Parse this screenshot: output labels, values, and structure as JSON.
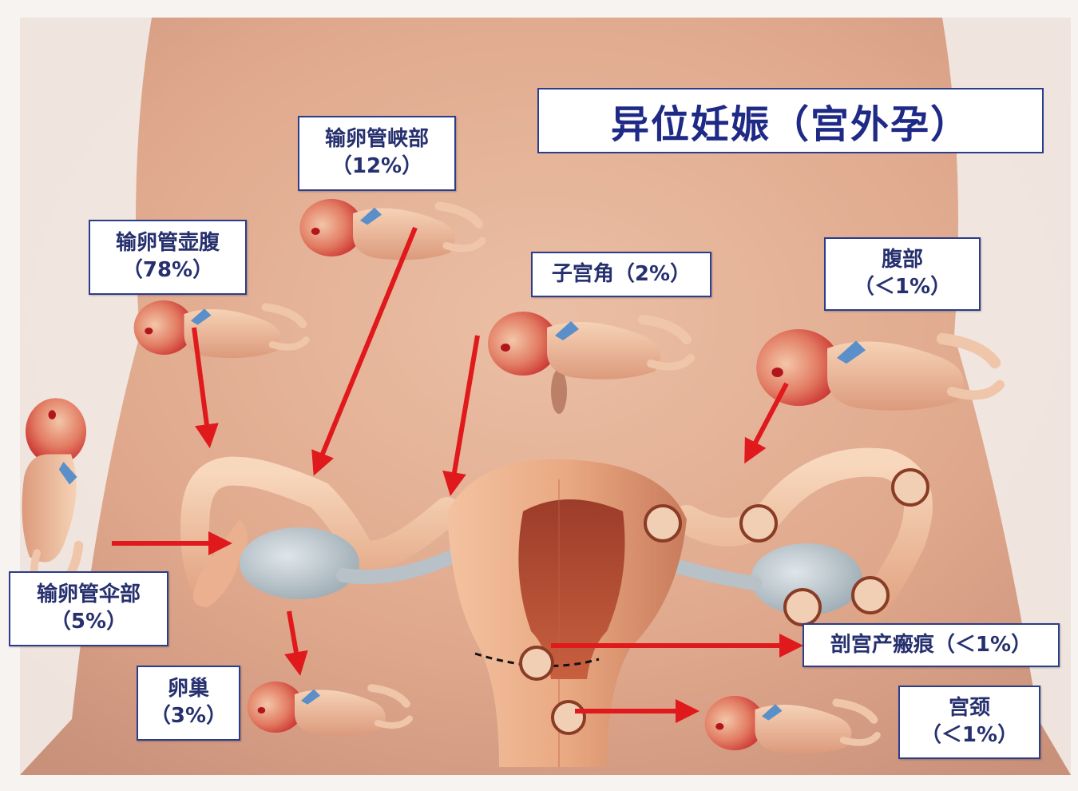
{
  "title": "异位妊娠（宫外孕）",
  "colors": {
    "skin": "#e7b69a",
    "box_border": "#2b3d8c",
    "text": "#26306e",
    "title_text": "#1f2a86",
    "arrow": "#e0191c",
    "uterus": "#e7a57d",
    "ovary": "#b9c3c9"
  },
  "labels": {
    "isthmus": {
      "name": "输卵管峡部",
      "pct": "（12%）"
    },
    "ampulla": {
      "name": "输卵管壶腹",
      "pct": "（78%）"
    },
    "cornual": {
      "name": "子宫角（2%）"
    },
    "abdominal": {
      "name": "腹部",
      "pct": "（＜1%）"
    },
    "fimbrial": {
      "name": "输卵管伞部",
      "pct": "（5%）"
    },
    "ovary": {
      "name": "卵巢",
      "pct": "（3%）"
    },
    "cesarean": {
      "name": "剖宫产瘢痕（＜1%）"
    },
    "cervix": {
      "name": "宫颈",
      "pct": "（＜1%）"
    }
  }
}
